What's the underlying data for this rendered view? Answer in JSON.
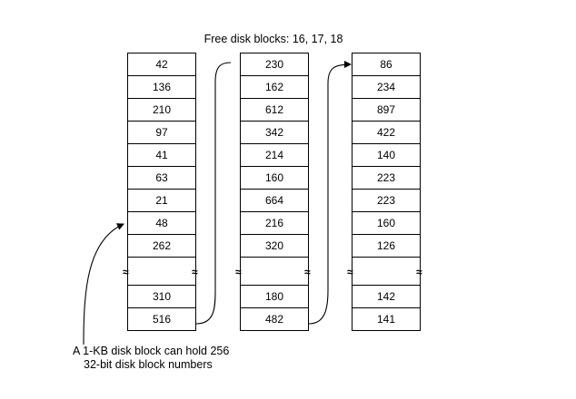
{
  "title": "Free disk blocks: 16, 17, 18",
  "columns": [
    {
      "top_values": [
        "42",
        "136",
        "210",
        "97",
        "41",
        "63",
        "21",
        "48",
        "262"
      ],
      "bottom_values": [
        "310",
        "516"
      ]
    },
    {
      "top_values": [
        "230",
        "162",
        "612",
        "342",
        "214",
        "160",
        "664",
        "216",
        "320"
      ],
      "bottom_values": [
        "180",
        "482"
      ]
    },
    {
      "top_values": [
        "86",
        "234",
        "897",
        "422",
        "140",
        "223",
        "223",
        "160",
        "126"
      ],
      "bottom_values": [
        "142",
        "141"
      ]
    }
  ],
  "caption": {
    "line1": "A 1-KB disk block can hold 256",
    "line2": "32-bit disk block numbers"
  },
  "break_symbol": "≈"
}
